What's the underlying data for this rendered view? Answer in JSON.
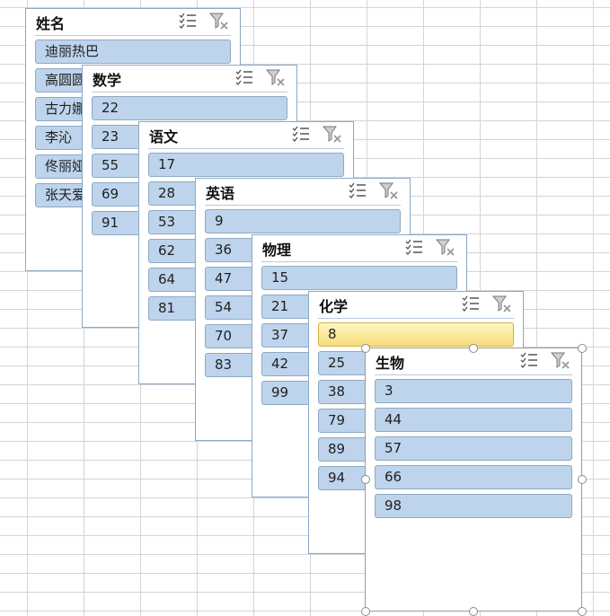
{
  "slicers": [
    {
      "title": "姓名",
      "items": [
        "迪丽热巴",
        "高圆圆",
        "古力娜扎",
        "李沁",
        "佟丽娅",
        "张天爱"
      ]
    },
    {
      "title": "数学",
      "items": [
        "22",
        "23",
        "55",
        "69",
        "91"
      ]
    },
    {
      "title": "语文",
      "items": [
        "17",
        "28",
        "53",
        "62",
        "64",
        "81"
      ]
    },
    {
      "title": "英语",
      "items": [
        "9",
        "36",
        "47",
        "54",
        "70",
        "83"
      ]
    },
    {
      "title": "物理",
      "items": [
        "15",
        "21",
        "37",
        "42",
        "99"
      ]
    },
    {
      "title": "化学",
      "items": [
        "8",
        "25",
        "38",
        "79",
        "89",
        "94"
      ],
      "active_index": 0
    },
    {
      "title": "生物",
      "items": [
        "3",
        "44",
        "57",
        "66",
        "98"
      ],
      "selected": true
    }
  ],
  "icons": {
    "multi_select": "multi-select-icon",
    "clear_filter": "clear-filter-icon"
  },
  "colors": {
    "item_fill": "#bdd4ec",
    "item_border": "#8fa9c4",
    "slicer_border": "#8aa9c8",
    "active_fill": "#f7dc7a",
    "grid_line": "#d4d4d4"
  }
}
